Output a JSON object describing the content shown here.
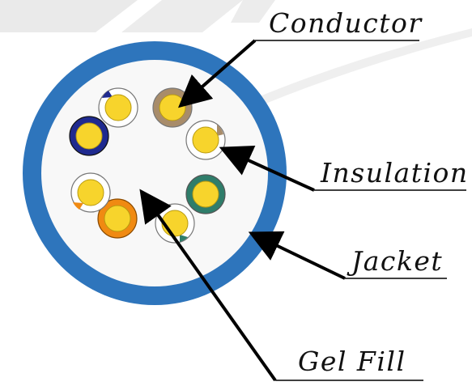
{
  "labels": {
    "conductor": "Conductor",
    "insulation": "Insulation",
    "jacket": "Jacket",
    "gel_fill": "Gel Fill"
  },
  "colors": {
    "jacket": "#2e75bc",
    "gel_fill": "#f8f8f8",
    "conductor": "#f7d42c",
    "insulation_white": "#ffffff",
    "watermark": "#d6d6d6",
    "pairs": [
      "#a88c6a",
      "#ffffff",
      "#2f7d6a",
      "#ffffff",
      "#f08a12",
      "#ffffff",
      "#1f2a8f",
      "#ffffff"
    ]
  }
}
